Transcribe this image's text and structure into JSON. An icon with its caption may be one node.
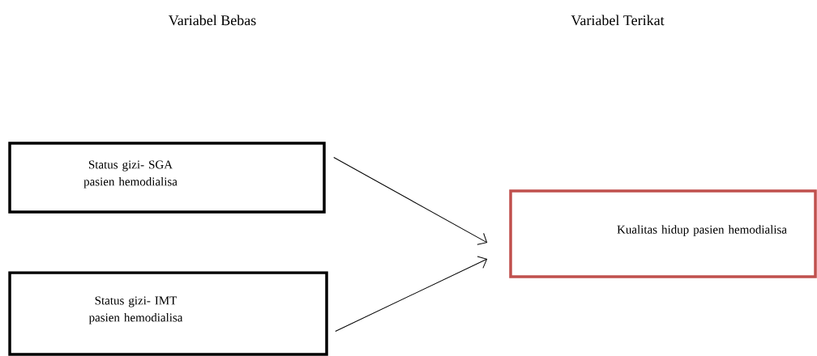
{
  "diagram": {
    "nodes": [
      {
        "text": [
          "Status gizi- SGA pasien hemodialisa"
        ]
      },
      {
        "text": [
          "Status gizi- IMT pasien hemodialisa"
        ]
      },
      {
        "text": [
          "Kualitas hidup pasien hemodialisa"
        ]
      }
    ],
    "edges": [
      {
        "from": 0,
        "to": 2,
        "arrow": "to"
      },
      {
        "from": 1,
        "to": 2,
        "arrow": "to"
      }
    ],
    "labels": [
      "Variabel Bebas",
      "Variabel Terikat"
    ]
  }
}
